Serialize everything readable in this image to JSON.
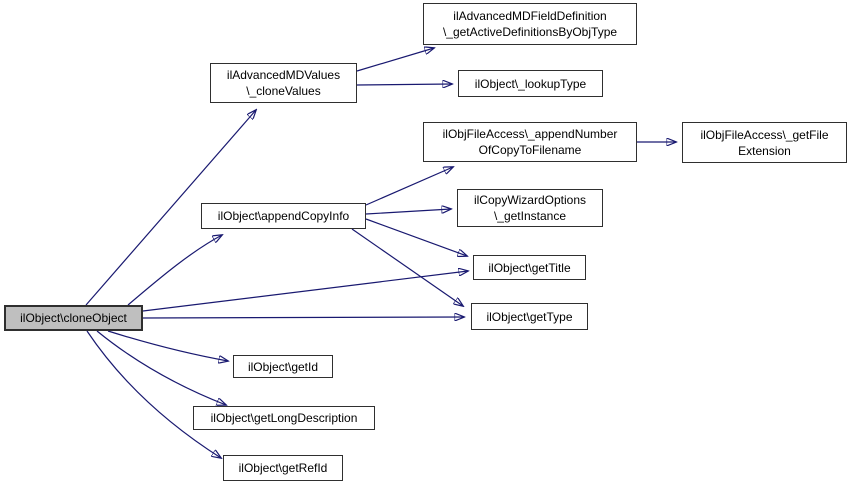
{
  "diagram": {
    "type": "call-graph",
    "colors": {
      "edge": "#191970",
      "node_border": "#2f2f2f",
      "node_fill": "#ffffff",
      "highlight_fill": "#bfbfbf",
      "background": "#ffffff"
    },
    "nodes": [
      {
        "id": "active-defs",
        "label": "ilAdvancedMDFieldDefinition\n\\_getActiveDefinitionsByObjType",
        "highlighted": false
      },
      {
        "id": "clone-values",
        "label": "ilAdvancedMDValues\n\\_cloneValues",
        "highlighted": false
      },
      {
        "id": "lookup-type",
        "label": "ilObject\\_lookupType",
        "highlighted": false
      },
      {
        "id": "append-number",
        "label": "ilObjFileAccess\\_appendNumber\nOfCopyToFilename",
        "highlighted": false
      },
      {
        "id": "get-file-extension",
        "label": "ilObjFileAccess\\_getFile\nExtension",
        "highlighted": false
      },
      {
        "id": "get-instance",
        "label": "ilCopyWizardOptions\n\\_getInstance",
        "highlighted": false
      },
      {
        "id": "append-copy-info",
        "label": "ilObject\\appendCopyInfo",
        "highlighted": false
      },
      {
        "id": "get-title",
        "label": "ilObject\\getTitle",
        "highlighted": false
      },
      {
        "id": "get-type",
        "label": "ilObject\\getType",
        "highlighted": false
      },
      {
        "id": "clone-object",
        "label": "ilObject\\cloneObject",
        "highlighted": true
      },
      {
        "id": "get-id",
        "label": "ilObject\\getId",
        "highlighted": false
      },
      {
        "id": "get-long-description",
        "label": "ilObject\\getLongDescription",
        "highlighted": false
      },
      {
        "id": "get-ref-id",
        "label": "ilObject\\getRefId",
        "highlighted": false
      }
    ],
    "edges": [
      {
        "from": "clone-object",
        "to": "clone-values"
      },
      {
        "from": "clone-object",
        "to": "append-copy-info"
      },
      {
        "from": "clone-object",
        "to": "get-title"
      },
      {
        "from": "clone-object",
        "to": "get-type"
      },
      {
        "from": "clone-object",
        "to": "get-id"
      },
      {
        "from": "clone-object",
        "to": "get-long-description"
      },
      {
        "from": "clone-object",
        "to": "get-ref-id"
      },
      {
        "from": "clone-values",
        "to": "active-defs"
      },
      {
        "from": "clone-values",
        "to": "lookup-type"
      },
      {
        "from": "append-copy-info",
        "to": "append-number"
      },
      {
        "from": "append-copy-info",
        "to": "get-instance"
      },
      {
        "from": "append-copy-info",
        "to": "get-title"
      },
      {
        "from": "append-copy-info",
        "to": "get-type"
      },
      {
        "from": "append-number",
        "to": "get-file-extension"
      }
    ]
  }
}
